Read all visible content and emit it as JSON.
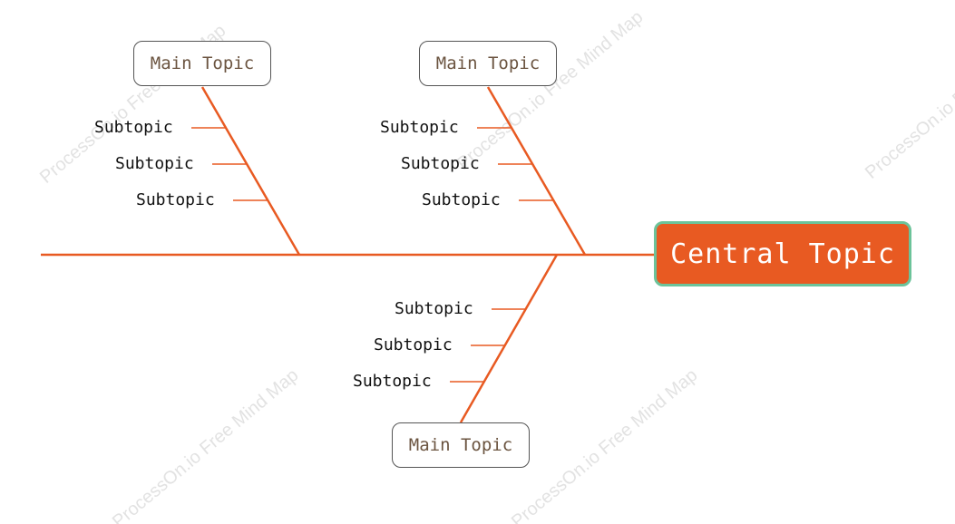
{
  "colors": {
    "line": "#e85a22",
    "central_fill": "#e85a22",
    "central_border": "#6cc39a",
    "main_border": "#555555",
    "main_text": "#6b5440"
  },
  "central_topic": "Central Topic",
  "branches": [
    {
      "main_topic": "Main Topic",
      "subtopics": [
        "Subtopic",
        "Subtopic",
        "Subtopic"
      ]
    },
    {
      "main_topic": "Main Topic",
      "subtopics": [
        "Subtopic",
        "Subtopic",
        "Subtopic"
      ]
    },
    {
      "main_topic": "Main Topic",
      "subtopics": [
        "Subtopic",
        "Subtopic",
        "Subtopic"
      ]
    }
  ],
  "watermark": "ProcessOn.io Free Mind Map"
}
